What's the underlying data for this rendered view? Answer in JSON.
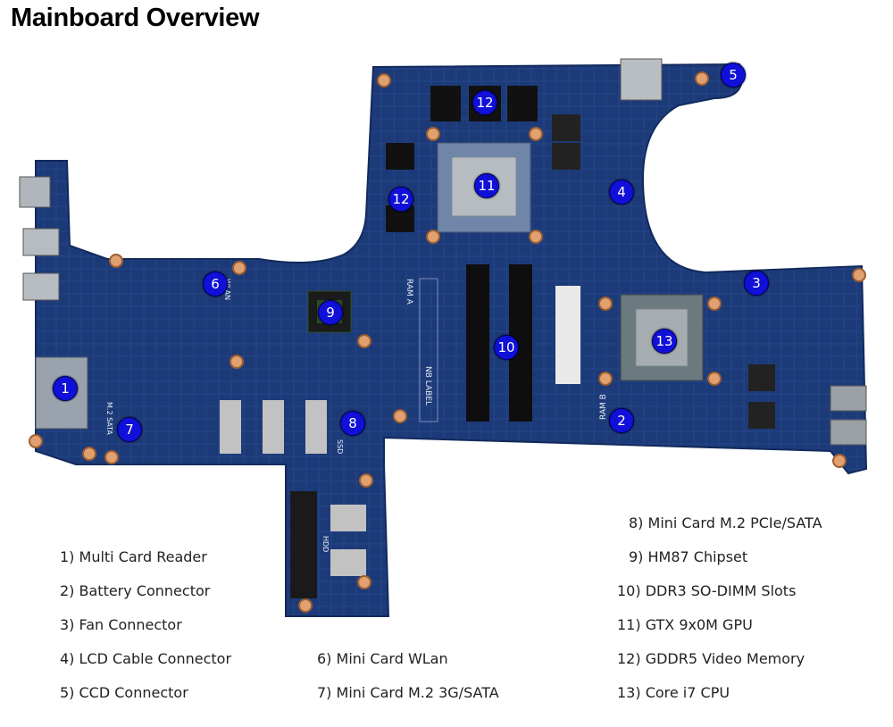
{
  "title": "Mainboard Overview",
  "colors": {
    "marker": "#1010d8",
    "board": "#1d3a78",
    "board_edge": "#122a5c",
    "pad": "#e0a070"
  },
  "board": {
    "labels": {
      "ram_a": "RAM A",
      "ram_b": "RAM B",
      "nb_label": "NB LABEL",
      "wlan": "WLAN",
      "m2_sata": "M.2 SATA",
      "ssd": "SSD",
      "hdd": "HDD"
    }
  },
  "markers": [
    "1",
    "2",
    "3",
    "4",
    "5",
    "6",
    "7",
    "8",
    "9",
    "10",
    "11",
    "12",
    "12",
    "13"
  ],
  "legend": [
    "1) Multi Card Reader",
    "2) Battery Connector",
    "3) Fan Connector",
    "4) LCD Cable Connector",
    "5) CCD Connector",
    "6) Mini Card WLan",
    "7) Mini Card M.2 3G/SATA",
    "8) Mini Card M.2 PCIe/SATA",
    "9) HM87 Chipset",
    "10) DDR3 SO-DIMM Slots",
    "11) GTX 9x0M GPU",
    "12) GDDR5 Video Memory",
    "13) Core i7 CPU"
  ]
}
